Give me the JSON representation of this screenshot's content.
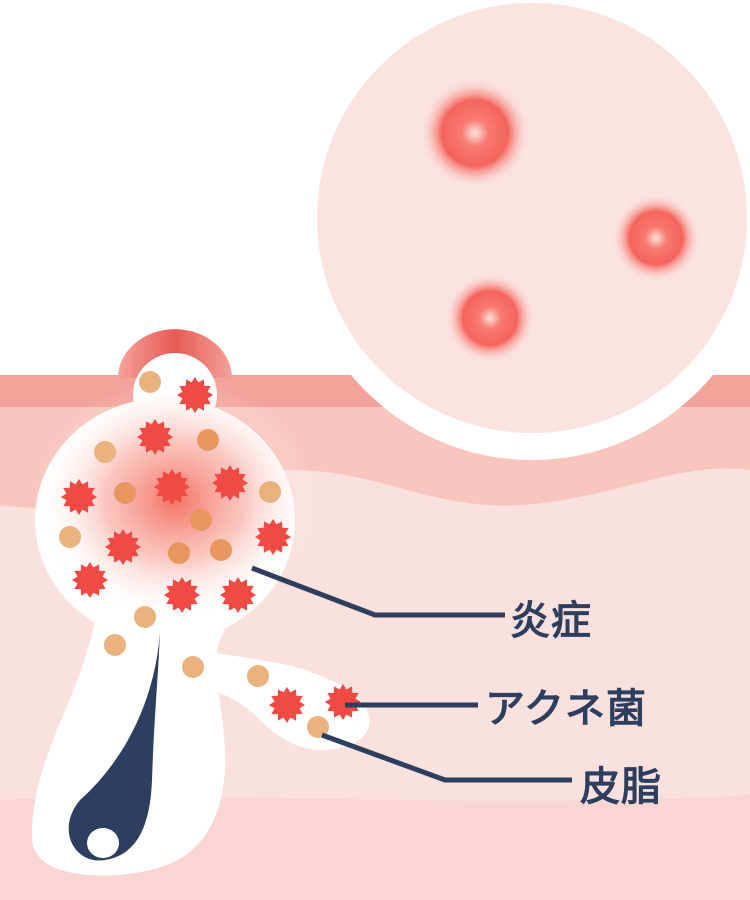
{
  "labels": {
    "inflammation": "炎症",
    "acne_bacteria": "アクネ菌",
    "sebum": "皮脂"
  },
  "colors": {
    "epidermis_top": "#f4a39b",
    "dermis_upper": "#f8c6bd",
    "dermis_lower": "#fbe1dd",
    "bacteria": "#ef4a44",
    "sebum": "#e9b27f",
    "hair": "#2d3e5e",
    "leader_line": "#2d3e5e",
    "magnifier_fill": "#fbe3e0",
    "spot": "#f5645c"
  },
  "icons": {
    "bacteria": "spiky-star",
    "sebum": "dot",
    "magnified_skin": "circle-with-red-spots"
  }
}
